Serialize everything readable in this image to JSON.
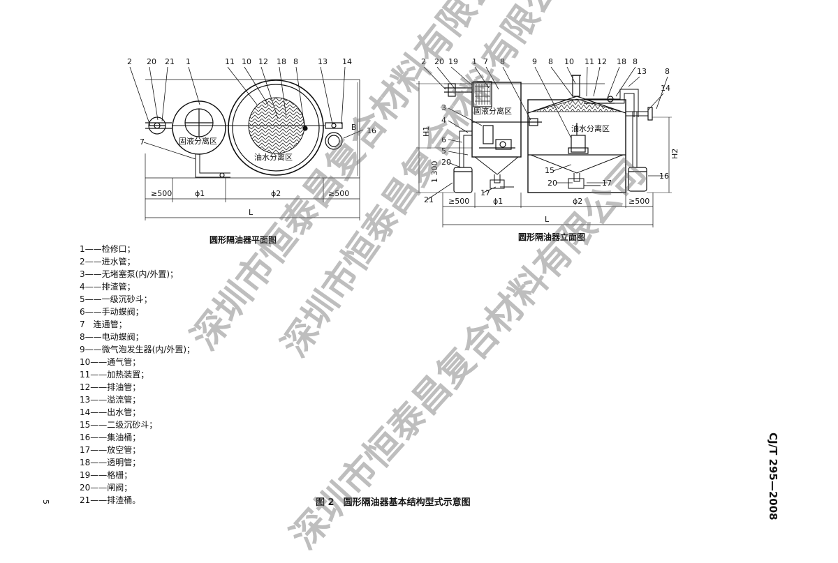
{
  "plan": {
    "caption": "圆形隔油器平面图",
    "zone_solid_liquid": "固液分离区",
    "zone_oil_water": "油水分离区",
    "callouts": [
      "2",
      "20",
      "21",
      "1",
      "11",
      "10",
      "12",
      "18",
      "8",
      "13",
      "14",
      "16",
      "7"
    ],
    "dim_left": "≥500",
    "dim_phi1": "ϕ1",
    "dim_phi2": "ϕ2",
    "dim_right": "≥500",
    "dim_total": "L",
    "dim_b": "B"
  },
  "elevation": {
    "caption": "圆形隔油器立面图",
    "zone_solid_liquid": "固液分离区",
    "zone_oil_water": "油水分离区",
    "callouts_top": [
      "2",
      "20",
      "19",
      "1",
      "7",
      "8",
      "9",
      "8",
      "10",
      "11",
      "12",
      "18",
      "8",
      "13",
      "8",
      "14"
    ],
    "callouts_side": [
      "3",
      "4",
      "6",
      "5",
      "20",
      "21",
      "17",
      "15",
      "20",
      "17",
      "16"
    ],
    "dim_h1": "H1",
    "dim_1300": "1 300",
    "dim_h2": "H2",
    "dim_left": "≥500",
    "dim_phi1": "ϕ1",
    "dim_phi2": "ϕ2",
    "dim_right": "≥500",
    "dim_total": "L"
  },
  "legend": [
    {
      "num": "1",
      "sep": "——",
      "text": "检修口；"
    },
    {
      "num": "2",
      "sep": "——",
      "text": "进水管；"
    },
    {
      "num": "3",
      "sep": "——",
      "text": "无堵塞泵(内/外置)；"
    },
    {
      "num": "4",
      "sep": "——",
      "text": "排渣管；"
    },
    {
      "num": "5",
      "sep": "——",
      "text": "一级沉砂斗；"
    },
    {
      "num": "6",
      "sep": "——",
      "text": "手动蝶阀；"
    },
    {
      "num": "7",
      "sep": "　",
      "text": "连通管；"
    },
    {
      "num": "8",
      "sep": "——",
      "text": "电动蝶阀；"
    },
    {
      "num": "9",
      "sep": "——",
      "text": "微气泡发生器(内/外置)；"
    },
    {
      "num": "10",
      "sep": "——",
      "text": "通气管；"
    },
    {
      "num": "11",
      "sep": "——",
      "text": "加热装置；"
    },
    {
      "num": "12",
      "sep": "——",
      "text": "排油管；"
    },
    {
      "num": "13",
      "sep": "——",
      "text": "溢流管；"
    },
    {
      "num": "14",
      "sep": "——",
      "text": "出水管；"
    },
    {
      "num": "15",
      "sep": "——",
      "text": "二级沉砂斗；"
    },
    {
      "num": "16",
      "sep": "——",
      "text": "集油桶；"
    },
    {
      "num": "17",
      "sep": "——",
      "text": "放空管；"
    },
    {
      "num": "18",
      "sep": "——",
      "text": "透明管；"
    },
    {
      "num": "19",
      "sep": "——",
      "text": "格栅；"
    },
    {
      "num": "20",
      "sep": "——",
      "text": "闸阀；"
    },
    {
      "num": "21",
      "sep": "——",
      "text": "排渣桶。"
    }
  ],
  "figure_caption": "图 2　圆形隔油器基本结构型式示意图",
  "page_number": "5",
  "standard_code": "CJ/T 295—2008",
  "watermarks": [
    "深圳市恒泰昌复合材料有限公司",
    "深圳市恒泰昌复合材料有限公司",
    "深圳市恒泰昌复合材料有限公司"
  ]
}
